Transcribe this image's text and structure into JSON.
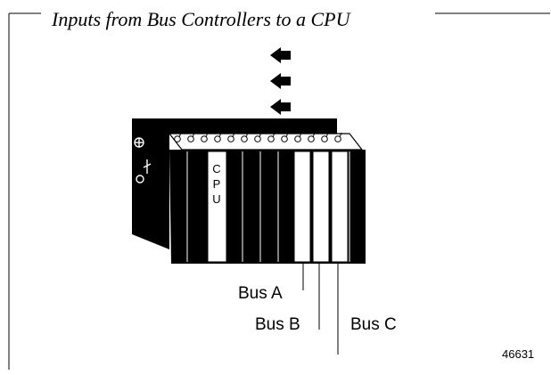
{
  "title": "Inputs from Bus Controllers to a CPU",
  "cpu_letters": [
    "C",
    "P",
    "U"
  ],
  "bus_labels": {
    "a": "Bus A",
    "b": "Bus B",
    "c": "Bus C"
  },
  "figure_number": "46631",
  "icons": {
    "arrow": "left-arrow-icon"
  }
}
